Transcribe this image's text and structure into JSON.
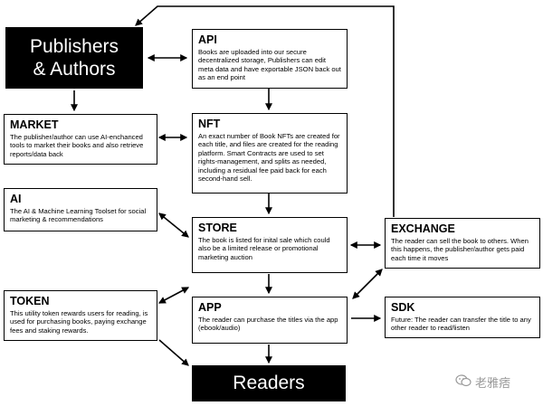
{
  "publishers": {
    "line1": "Publishers",
    "line2": "& Authors"
  },
  "readers": {
    "label": "Readers"
  },
  "api": {
    "title": "API",
    "body": "Books are uploaded into our secure decentralized storage, Publishers can edit meta data and have exportable JSON back out as an end point"
  },
  "market": {
    "title": "MARKET",
    "body": "The publisher/author can use AI-enchanced tools to market their books and also retrieve reports/data back"
  },
  "nft": {
    "title": "NFT",
    "body": "An exact number of Book NFTs are created for each title, and files are created for the reading platform. Smart Contracts are used to set rights-management, and splits as needed, including a residual fee paid back for each second-hand sell."
  },
  "ai": {
    "title": "AI",
    "body": "The AI & Machine Learning Toolset for social marketing & recommendations"
  },
  "store": {
    "title": "STORE",
    "body": "The book is listed for inital sale which could also be a limited release or promotional marketing auction"
  },
  "exchange": {
    "title": "EXCHANGE",
    "body": "The reader can sell the book to others. When this happens, the publisher/author gets paid each time it moves"
  },
  "token": {
    "title": "TOKEN",
    "body": "This utility token rewards users for reading, is used for purchasing books, paying exchange fees and staking rewards."
  },
  "app": {
    "title": "APP",
    "body": "The reader can purchase the titles via the app (ebook/audio)"
  },
  "sdk": {
    "title": "SDK",
    "body": "Future: The reader can transfer the title to any other reader to read/listen"
  },
  "watermark": {
    "text": "老雅痞",
    "icon": "wechat-icon"
  },
  "colors": {
    "box_border": "#000000",
    "dark_fill": "#000000",
    "dark_text": "#ffffff",
    "watermark": "#9a9a9a"
  }
}
